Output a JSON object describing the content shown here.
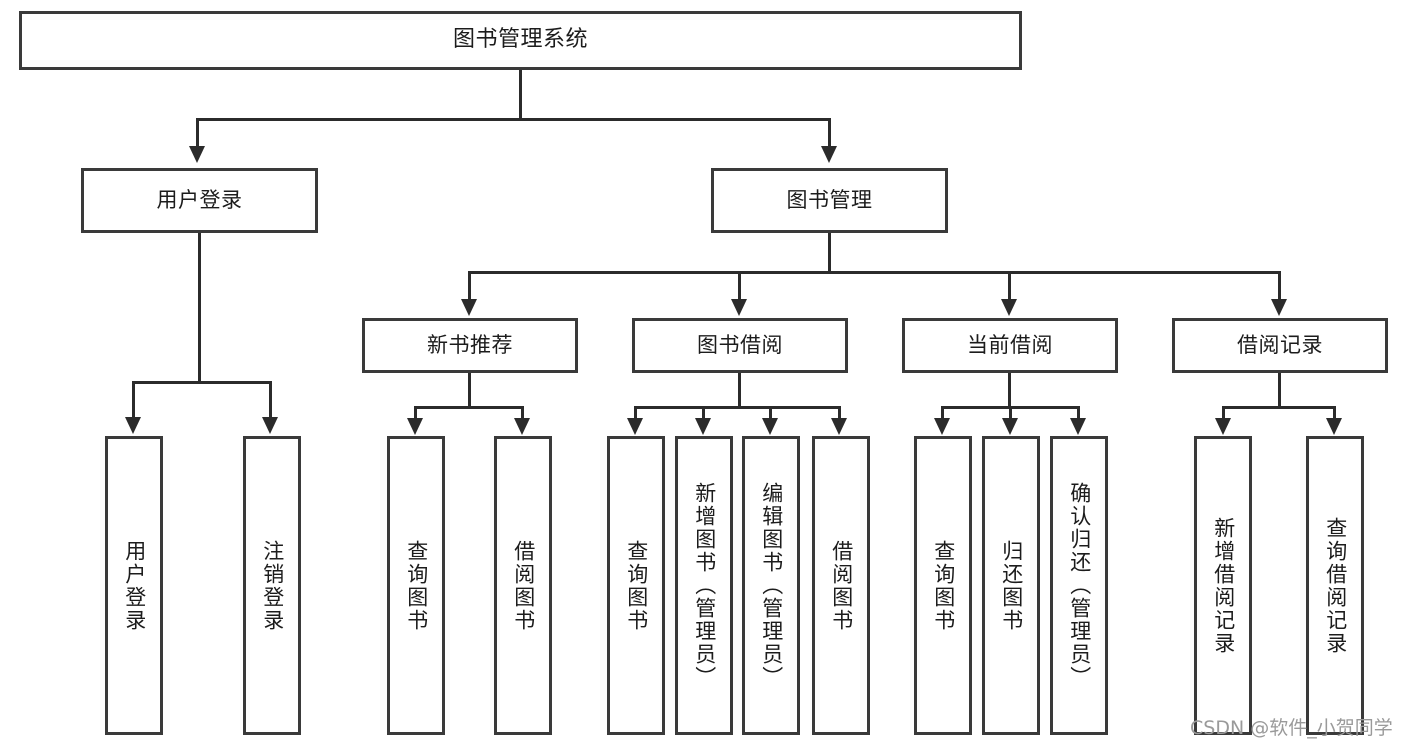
{
  "diagram": {
    "title": "图书管理系统",
    "type": "tree-hierarchy-chart",
    "root": {
      "id": "root",
      "label": "图书管理系统"
    },
    "level2": [
      {
        "id": "user-login",
        "label": "用户登录"
      },
      {
        "id": "book-manage",
        "label": "图书管理"
      }
    ],
    "level3": [
      {
        "id": "new-book-rec",
        "label": "新书推荐",
        "parent": "book-manage"
      },
      {
        "id": "book-borrow",
        "label": "图书借阅",
        "parent": "book-manage"
      },
      {
        "id": "current-borrow",
        "label": "当前借阅",
        "parent": "book-manage"
      },
      {
        "id": "borrow-record",
        "label": "借阅记录",
        "parent": "book-manage"
      }
    ],
    "leaves": [
      {
        "id": "leaf-user-login",
        "label": "用户登录",
        "parent": "user-login"
      },
      {
        "id": "leaf-logout",
        "label": "注销登录",
        "parent": "user-login"
      },
      {
        "id": "leaf-query-book-1",
        "label": "查询图书",
        "parent": "new-book-rec"
      },
      {
        "id": "leaf-borrow-book-1",
        "label": "借阅图书",
        "parent": "new-book-rec"
      },
      {
        "id": "leaf-query-book-2",
        "label": "查询图书",
        "parent": "book-borrow"
      },
      {
        "id": "leaf-add-book",
        "label": "新增图书（管理员）",
        "parent": "book-borrow"
      },
      {
        "id": "leaf-edit-book",
        "label": "编辑图书（管理员）",
        "parent": "book-borrow"
      },
      {
        "id": "leaf-borrow-book-2",
        "label": "借阅图书",
        "parent": "book-borrow"
      },
      {
        "id": "leaf-query-book-3",
        "label": "查询图书",
        "parent": "current-borrow"
      },
      {
        "id": "leaf-return-book",
        "label": "归还图书",
        "parent": "current-borrow"
      },
      {
        "id": "leaf-confirm-return",
        "label": "确认归还（管理员）",
        "parent": "current-borrow"
      },
      {
        "id": "leaf-add-record",
        "label": "新增借阅记录",
        "parent": "borrow-record"
      },
      {
        "id": "leaf-query-record",
        "label": "查询借阅记录",
        "parent": "borrow-record"
      }
    ]
  },
  "watermark": {
    "text": "CSDN @软件_小贺同学"
  },
  "colors": {
    "box_border": "#3a3a3a",
    "line": "#2b2b2b",
    "text": "#1c1c1c",
    "background": "#ffffff",
    "watermark": "#9a9a9a"
  }
}
